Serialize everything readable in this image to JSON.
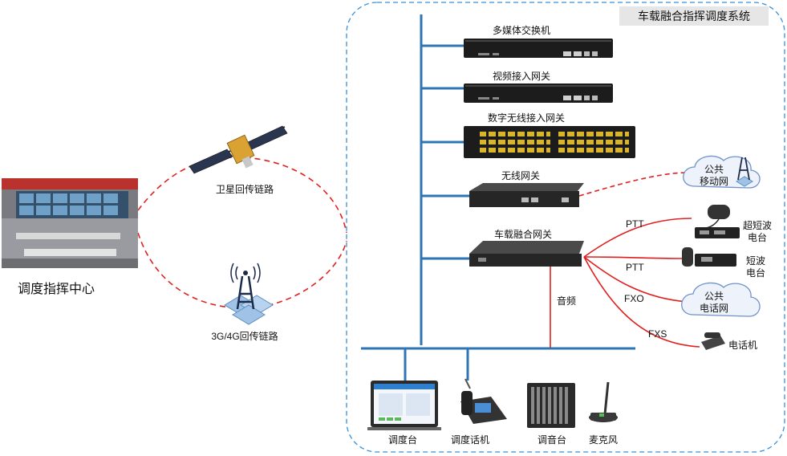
{
  "system_title": "车载融合指挥调度系统",
  "dispatch_center": {
    "label": "调度指挥中心"
  },
  "links": {
    "satellite": "卫星回传链路",
    "cellular": "3G/4G回传链路"
  },
  "devices": {
    "multimedia_switch": "多媒体交换机",
    "video_gateway": "视频接入网关",
    "digital_wireless_gateway": "数字无线接入网关",
    "wireless_gateway": "无线网关",
    "fusion_gateway": "车载融合网关"
  },
  "networks": {
    "public_mobile": [
      "公共",
      "移动网"
    ],
    "public_telephone": [
      "公共",
      "电话网"
    ]
  },
  "radios": {
    "ultra_shortwave": [
      "超短波",
      "电台"
    ],
    "shortwave": [
      "短波",
      "电台"
    ]
  },
  "phone": "电话机",
  "interfaces": {
    "ptt1": "PTT",
    "ptt2": "PTT",
    "fxo": "FXO",
    "fxs": "FXS",
    "audio": "音频"
  },
  "terminals": {
    "console": "调度台",
    "dispatch_phone": "调度话机",
    "mixer": "调音台",
    "microphone": "麦克风"
  },
  "colors": {
    "bus": "#2e75b6",
    "link": "#e02020",
    "border": "#3b8fd6",
    "device": "#1c1c1c"
  }
}
